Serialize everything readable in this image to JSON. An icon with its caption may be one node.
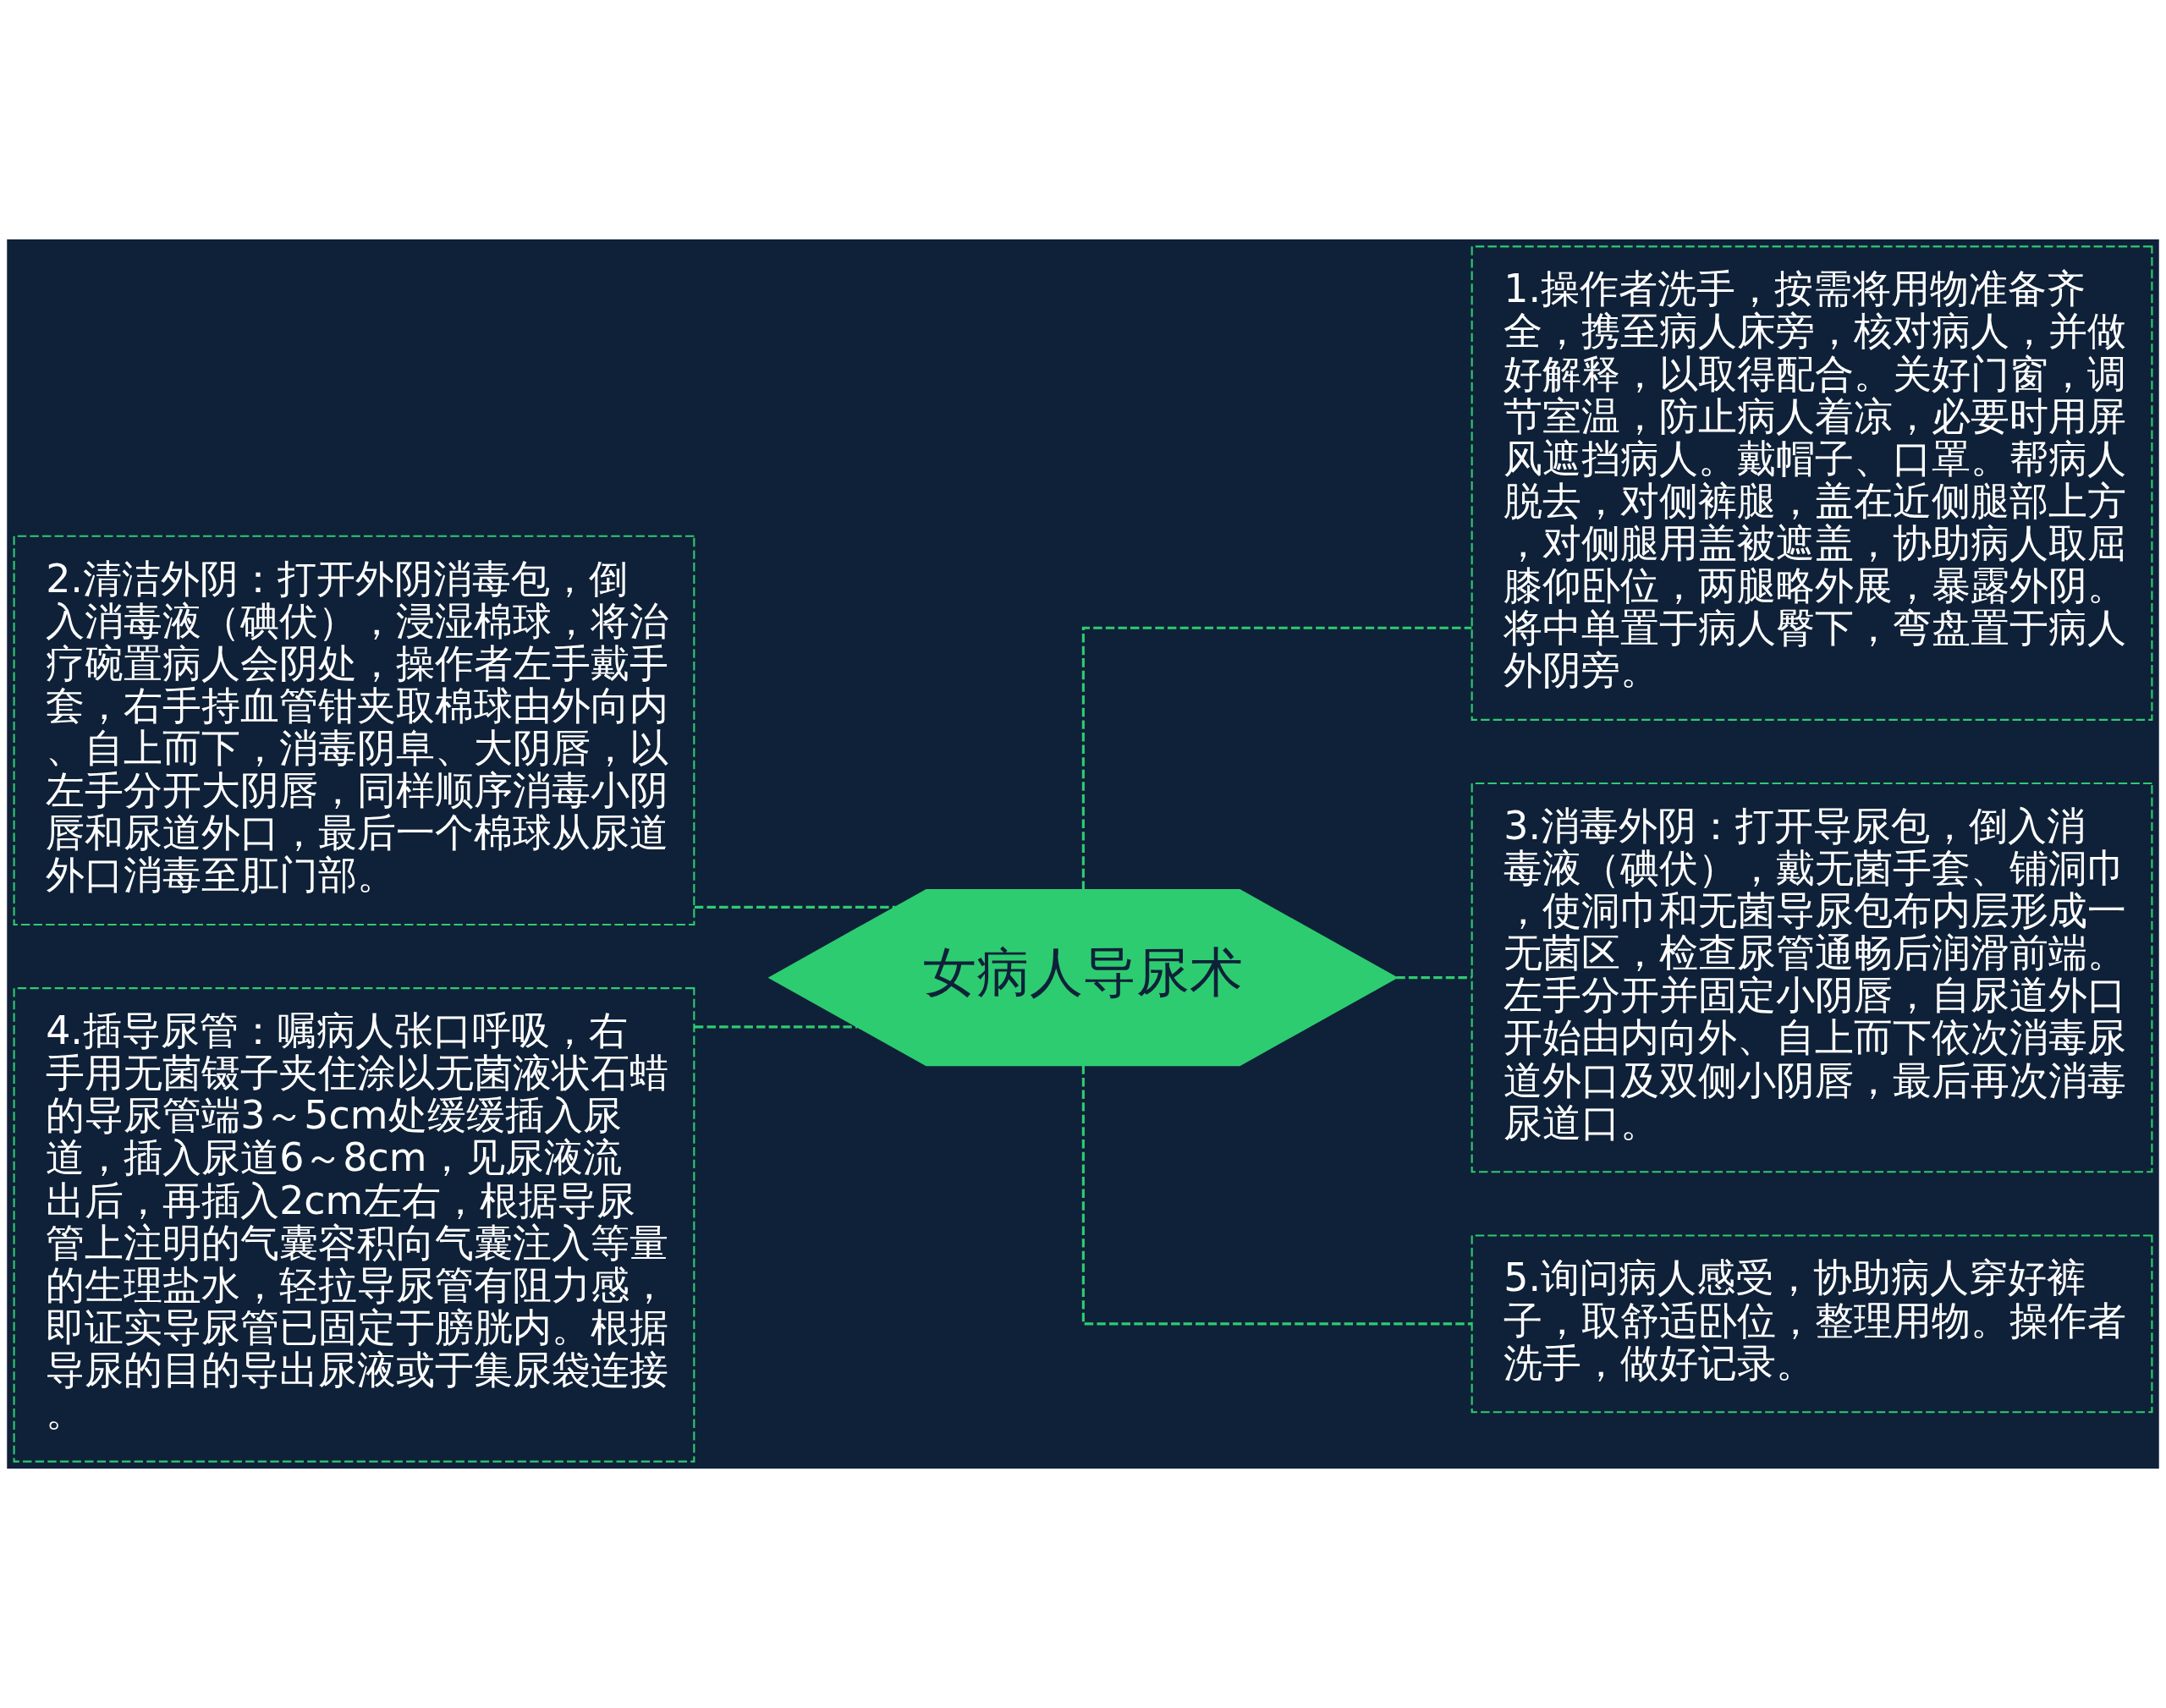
{
  "diagram": {
    "nodes": [
      {
        "text": [
          "女病人导尿术"
        ]
      },
      {
        "text": [
          "1.操作者洗手，按需将用物准备齐全，携至病人床旁，核对病人，并做好解释，以取得配合。关好门窗，调节室温，防止病人着凉，必要时用屏风遮挡病人。戴帽子、口罩。帮病人脱去，对侧裤腿，盖在近侧腿部上方，对侧腿用盖被遮盖，协助病人取屈膝仰卧位，两腿略外展，暴露外阴。将中单置于病人臀下，弯盘置于病人外阴旁。"
        ]
      },
      {
        "text": [
          "2.清洁外阴：打开外阴消毒包，倒入消毒液（碘伏），浸湿棉球，将治疗碗置病人会阴处，操作者左手戴手套，右手持血管钳夹取棉球由外向内、自上而下，消毒阴阜、大阴唇，以左手分开大阴唇，同样顺序消毒小阴唇和尿道外口，最后一个棉球从尿道外口消毒至肛门部。"
        ]
      },
      {
        "text": [
          "3.消毒外阴：打开导尿包，倒入消毒液（碘伏），戴无菌手套、铺洞巾，使洞巾和无菌导尿包布内层形成一无菌区，检查尿管通畅后润滑前端。左手分开并固定小阴唇，自尿道外口开始由内向外、自上而下依次消毒尿道外口及双侧小阴唇，最后再次消毒尿道口。"
        ]
      },
      {
        "text": [
          "4.插导尿管：嘱病人张口呼吸，右手用无菌镊子夹住涂以无菌液状石蜡的导尿管端3～5cm处缓缓插入尿道，插入尿道6～8cm，见尿液流出后，再插入2cm左右，根据导尿管上注明的气囊容积向气囊注入等量的生理盐水，轻拉导尿管有阻力感，即证实导尿管已固定于膀胱内。根据导尿的目的导出尿液或于集尿袋连接。"
        ]
      },
      {
        "text": [
          "5.询问病人感受，协助病人穿好裤子，取舒适卧位，整理用物。操作者洗手，做好记录。"
        ]
      }
    ],
    "edges": [
      {
        "from": 0,
        "to": 1,
        "arrow": "none",
        "style": "dashed"
      },
      {
        "from": 0,
        "to": 2,
        "arrow": "none",
        "style": "dashed"
      },
      {
        "from": 0,
        "to": 3,
        "arrow": "none",
        "style": "dashed"
      },
      {
        "from": 0,
        "to": 4,
        "arrow": "none",
        "style": "dashed"
      },
      {
        "from": 0,
        "to": 5,
        "arrow": "none",
        "style": "dashed"
      }
    ]
  }
}
